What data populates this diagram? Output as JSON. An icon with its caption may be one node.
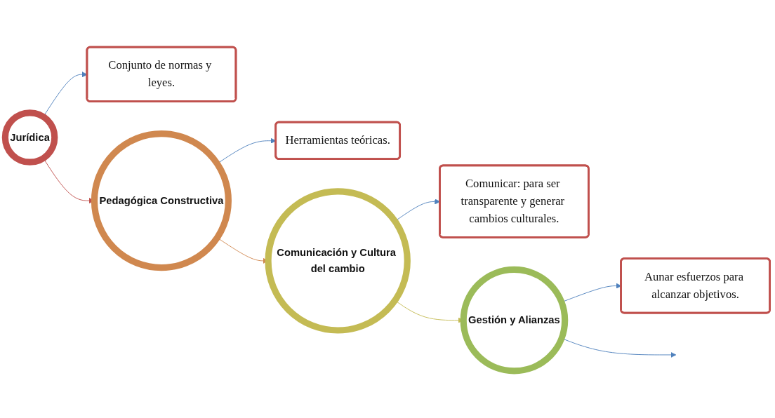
{
  "diagram": {
    "nodes": [
      {
        "text": [
          "Jurídica"
        ]
      },
      {
        "text": [
          "Conjunto de normas y leyes."
        ]
      },
      {
        "text": [
          "Herramientas teóricas."
        ]
      },
      {
        "text": [
          "Pedagógica Constructiva"
        ]
      },
      {
        "text": [
          "Comunicar: para ser transparente y generar cambios culturales."
        ]
      },
      {
        "text": [
          "Comunicación y Cultura del cambio"
        ]
      },
      {
        "text": [
          "Aunar esfuerzos para alcanzar objetivos."
        ]
      },
      {
        "text": [
          "Gestión y Alianzas"
        ]
      }
    ],
    "edges": [
      {
        "from": 0,
        "to": 3,
        "arrow": "to",
        "color": "#c0504d"
      },
      {
        "from": 3,
        "to": 5,
        "arrow": "to",
        "color": "#d0884f"
      },
      {
        "from": 5,
        "to": 7,
        "arrow": "to",
        "color": "#c4bb54"
      },
      {
        "from": 0,
        "to": 1,
        "arrow": "to",
        "color": "#4f81bd"
      },
      {
        "from": 3,
        "to": 2,
        "arrow": "to",
        "color": "#4f81bd"
      },
      {
        "from": 5,
        "to": 4,
        "arrow": "to",
        "color": "#4f81bd"
      },
      {
        "from": 7,
        "to": 6,
        "arrow": "to",
        "color": "#4f81bd"
      },
      {
        "from": 7,
        "to": null,
        "arrow": "to",
        "color": "#4f81bd"
      }
    ]
  }
}
